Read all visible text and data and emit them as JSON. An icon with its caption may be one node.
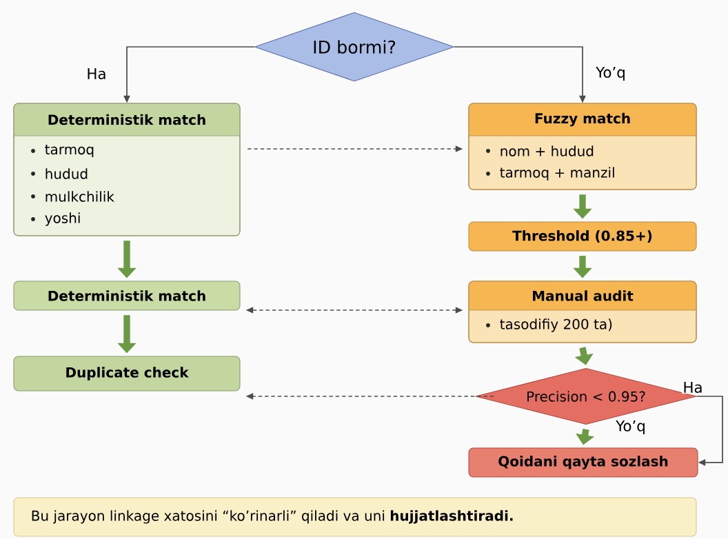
{
  "diagram": {
    "nodes": [
      {
        "text": [
          "ID bormi?"
        ]
      },
      {
        "text": [
          "Deterministik match",
          "tarmoq",
          "hudud",
          "mulkchilik",
          "yoshi"
        ]
      },
      {
        "text": [
          "Fuzzy match",
          "nom + hudud",
          "tarmoq + manzil"
        ]
      },
      {
        "text": [
          "Threshold (0.85+)"
        ]
      },
      {
        "text": [
          "Deterministik match"
        ]
      },
      {
        "text": [
          "Manual audit",
          "tasodifiy 200 ta)"
        ]
      },
      {
        "text": [
          "Duplicate check"
        ]
      },
      {
        "text": [
          "Precision < 0.95?"
        ]
      },
      {
        "text": [
          "Qoidani qayta sozlash"
        ]
      },
      {
        "text": [
          "Bu jarayon linkage xatosini “ko’rinarli” qiladi va uni **hujjatlashtiradi.**"
        ]
      }
    ],
    "edges": [
      {
        "from": 0,
        "to": 1,
        "arrow": "to",
        "label": "Ha"
      },
      {
        "from": 0,
        "to": 2,
        "arrow": "to",
        "label": "Yo’q"
      },
      {
        "from": 1,
        "to": 2,
        "arrow": "to",
        "style": "dashed"
      },
      {
        "from": 1,
        "to": 4,
        "arrow": "to",
        "style": "thick",
        "color": "#6b9a45"
      },
      {
        "from": 2,
        "to": 3,
        "arrow": "to",
        "style": "thick",
        "color": "#6b9a45"
      },
      {
        "from": 3,
        "to": 5,
        "arrow": "to",
        "style": "thick",
        "color": "#6b9a45"
      },
      {
        "from": 4,
        "to": 5,
        "arrow": "both",
        "style": "dashed"
      },
      {
        "from": 4,
        "to": 6,
        "arrow": "to",
        "style": "thick",
        "color": "#6b9a45"
      },
      {
        "from": 5,
        "to": 7,
        "arrow": "to",
        "style": "thick",
        "color": "#6b9a45"
      },
      {
        "from": 7,
        "to": 6,
        "arrow": "to",
        "style": "dashed"
      },
      {
        "from": 7,
        "to": 8,
        "arrow": "to",
        "style": "thick",
        "color": "#6b9a45",
        "label": "Yo’q"
      },
      {
        "from": 7,
        "to": 8,
        "arrow": "to",
        "label": "Ha"
      }
    ]
  }
}
